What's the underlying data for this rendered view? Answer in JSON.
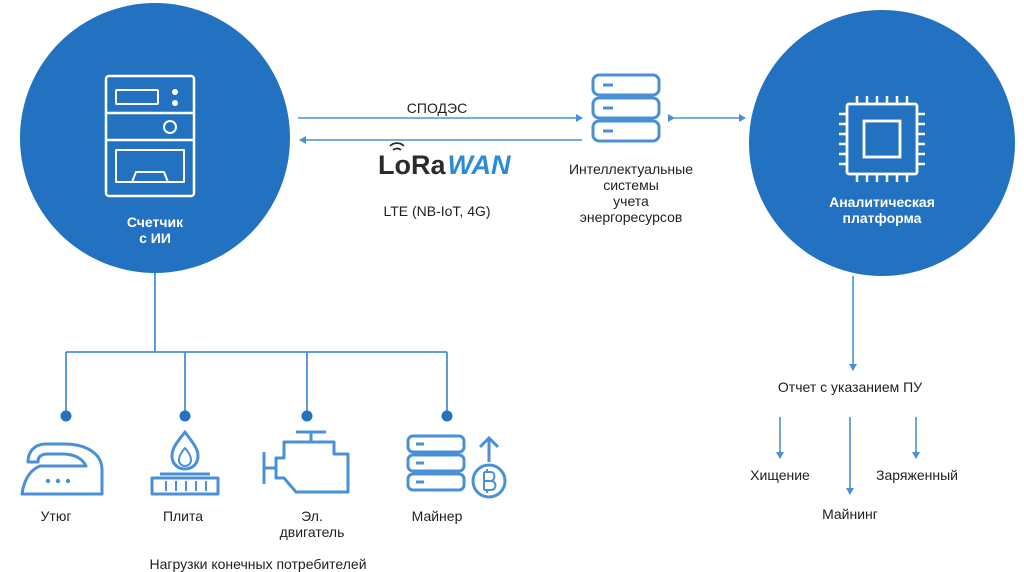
{
  "colors": {
    "primary_blue": "#2272c1",
    "line_blue": "#4a90d6",
    "lora_blue": "#2d8ad6"
  },
  "meter": {
    "label_line1": "Счетчик",
    "label_line2": "с ИИ",
    "icon": "electric-meter-icon"
  },
  "platform": {
    "label_line1": "Аналитическая",
    "label_line2": "платформа",
    "icon": "cpu-chip-icon"
  },
  "server": {
    "label_line1": "Интеллектуальные",
    "label_line2": "системы",
    "label_line3": "учета",
    "label_line4": "энергоресурсов",
    "icon": "server-stack-icon"
  },
  "links": {
    "spodes": "СПОДЭС",
    "lora_part1": "LoRa",
    "lora_part2": "WAN",
    "lte": "LTE (NB-IoT, 4G)"
  },
  "loads": {
    "items": [
      {
        "label": "Утюг",
        "icon": "iron-icon"
      },
      {
        "label": "Плита",
        "icon": "gas-stove-icon"
      },
      {
        "label_line1": "Эл.",
        "label_line2": "двигатель",
        "icon": "electric-motor-icon"
      },
      {
        "label": "Майнер",
        "icon": "bitcoin-miner-icon"
      }
    ],
    "caption": "Нагрузки конечных потребителей"
  },
  "report": {
    "title": "Отчет с указанием ПУ",
    "outcomes": [
      "Хищение",
      "Майнинг",
      "Заряженный"
    ]
  }
}
